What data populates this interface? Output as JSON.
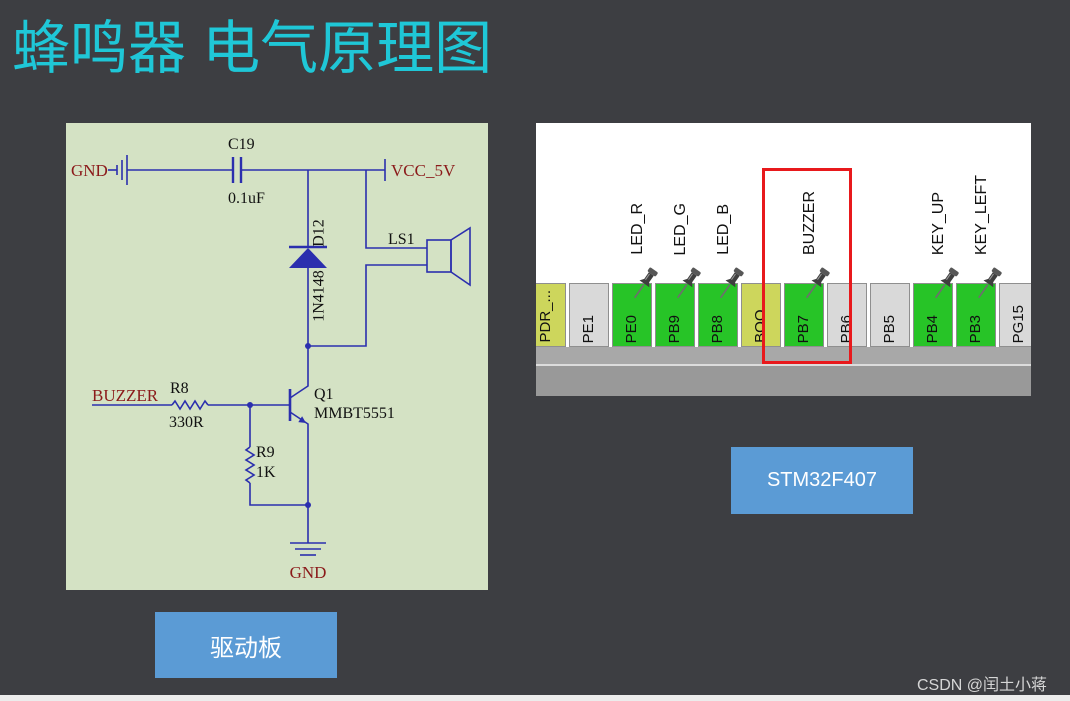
{
  "slide": {
    "title": "蜂鸣器 电气原理图",
    "watermark": "CSDN @闰土小蒋",
    "colors": {
      "background": "#3d3e42",
      "title": "#1fc7d7",
      "caption_box": "#5b9bd5",
      "caption_text": "#ffffff",
      "watermark": "#d6d6d6"
    }
  },
  "schematic": {
    "caption": "驱动板",
    "colors": {
      "background": "#d4e2c4",
      "wire": "#2b2fae",
      "net_label": "#8b1a1a",
      "designator": "#111111"
    },
    "nets": {
      "ground_left": "GND",
      "supply": "VCC_5V",
      "signal": "BUZZER",
      "ground_bottom": "GND"
    },
    "parts": {
      "c19": {
        "designator": "C19",
        "value": "0.1uF"
      },
      "d12": {
        "designator": "D12",
        "value": "1N4148"
      },
      "ls1": {
        "designator": "LS1"
      },
      "q1": {
        "designator": "Q1",
        "value": "MMBT5551"
      },
      "r8": {
        "designator": "R8",
        "value": "330R"
      },
      "r9": {
        "designator": "R9",
        "value": "1K"
      }
    }
  },
  "pinout": {
    "caption": "STM32F407",
    "colors": {
      "background": "#ffffff",
      "highlight": "#e8191c",
      "band": "#a8a8a8",
      "body": "#999999"
    },
    "pins": [
      {
        "name": "PDR_...",
        "color": "#cdd65c"
      },
      {
        "name": "PE1",
        "color": "#d9d9d9"
      },
      {
        "name": "PE0",
        "color": "#27c427",
        "label": "LED_R",
        "icon": "pushpin-icon"
      },
      {
        "name": "PB9",
        "color": "#27c427",
        "label": "LED_G",
        "icon": "pushpin-icon"
      },
      {
        "name": "PB8",
        "color": "#27c427",
        "label": "LED_B",
        "icon": "pushpin-icon"
      },
      {
        "name": "BOO...",
        "color": "#cdd65c"
      },
      {
        "name": "PB7",
        "color": "#27c427",
        "label": "BUZZER",
        "icon": "pushpin-icon",
        "highlighted": true
      },
      {
        "name": "PB6",
        "color": "#d9d9d9"
      },
      {
        "name": "PB5",
        "color": "#d9d9d9"
      },
      {
        "name": "PB4",
        "color": "#27c427",
        "label": "KEY_UP",
        "icon": "pushpin-icon"
      },
      {
        "name": "PB3",
        "color": "#27c427",
        "label": "KEY_LEFT",
        "icon": "pushpin-icon"
      },
      {
        "name": "PG15",
        "color": "#d9d9d9"
      }
    ]
  }
}
